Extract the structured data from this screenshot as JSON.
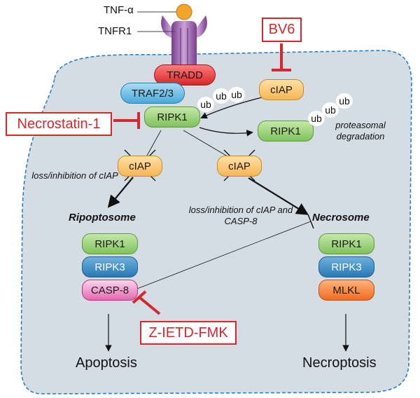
{
  "receptor": {
    "ligand_label": "TNF-α",
    "receptor_label": "TNFR1",
    "tradd": "TRADD",
    "traf": "TRAF2/3",
    "ripk1": "RIPK1"
  },
  "ubiquitination": {
    "ub": "ub",
    "ciap": "cIAP",
    "ripk1_ub": "RIPK1",
    "proteasomal": "proteasomal degradation"
  },
  "inhibitors": {
    "bv6": "BV6",
    "necrostatin": "Necrostatin-1",
    "zietd": "Z-IETD-FMK"
  },
  "left_branch": {
    "ciap": "cIAP",
    "loss_text": "loss/inhibition of cIAP",
    "complex": "Ripoptosome",
    "ripk1": "RIPK1",
    "ripk3": "RIPK3",
    "casp8": "CASP-8",
    "outcome": "Apoptosis"
  },
  "right_branch": {
    "ciap": "cIAP",
    "loss_text": "loss/inhibition of cIAP and CASP-8",
    "complex": "Necrosome",
    "ripk1": "RIPK1",
    "ripk3": "RIPK3",
    "mlkl": "MLKL",
    "outcome": "Necroptosis"
  },
  "colors": {
    "cell": "#d5dde4",
    "membrane": "#2f7ec0",
    "inhibitor": "#d7262c"
  }
}
